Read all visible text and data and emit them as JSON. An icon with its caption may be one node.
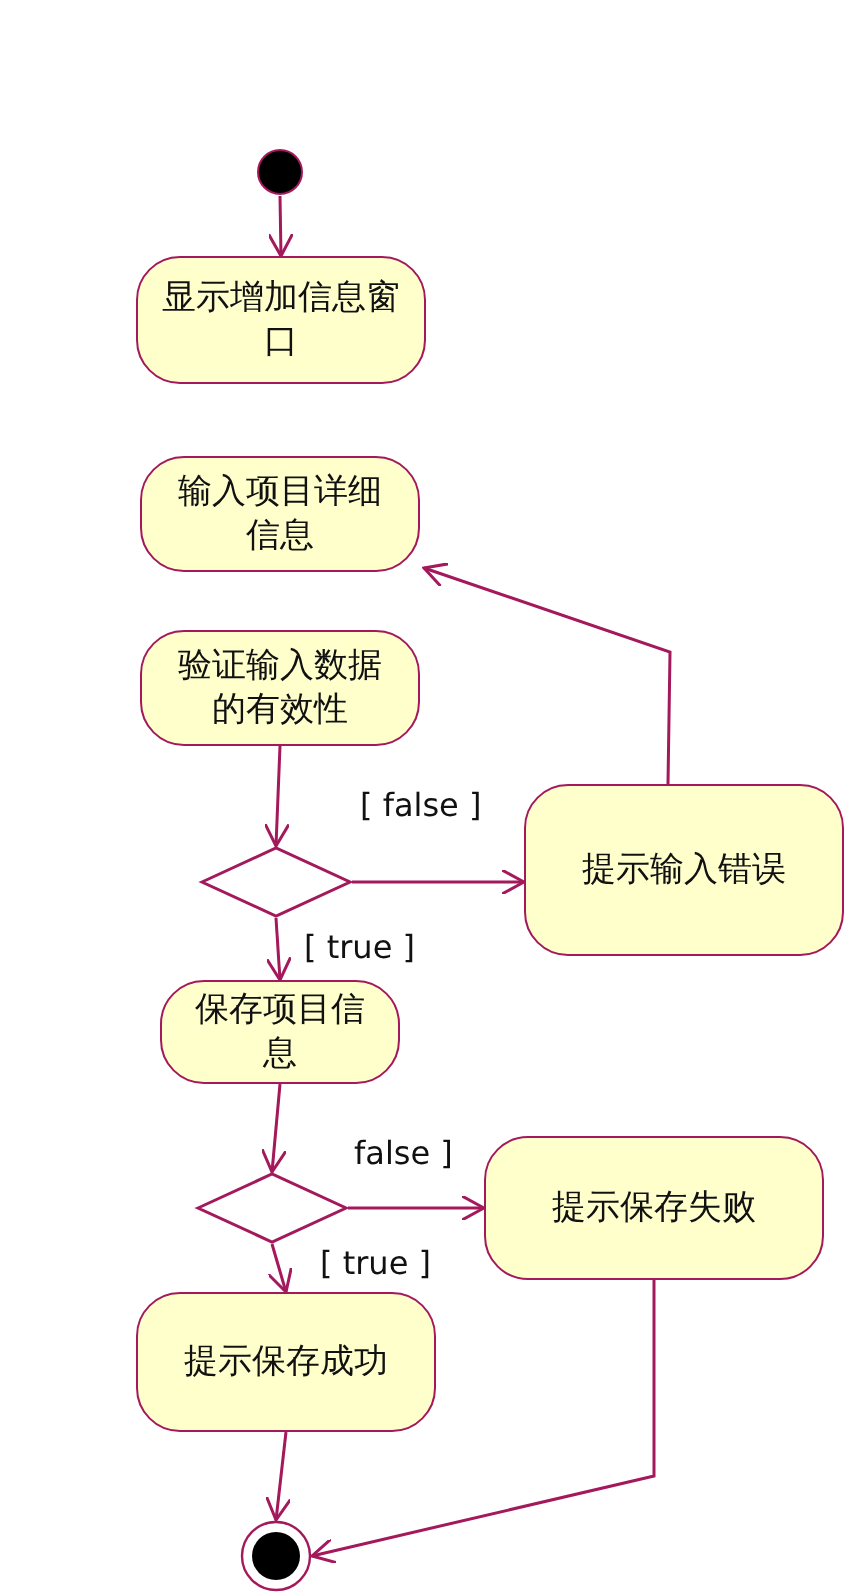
{
  "diagram": {
    "nodes": [
      {
        "text": [],
        "shape": "circle"
      },
      {
        "text": [
          "显示增加信息窗口"
        ]
      },
      {
        "text": [
          "输入项目详细信息"
        ]
      },
      {
        "text": [
          "验证输入数据的有效性"
        ]
      },
      {
        "text": [],
        "shape": "diamond"
      },
      {
        "text": [
          "提示输入错误"
        ]
      },
      {
        "text": [
          "保存项目信息"
        ]
      },
      {
        "text": [],
        "shape": "diamond"
      },
      {
        "text": [
          "提示保存失败"
        ]
      },
      {
        "text": [
          "提示保存成功"
        ]
      },
      {
        "text": [],
        "shape": "bullseye"
      }
    ],
    "edges": [
      {
        "from": 0,
        "to": 1,
        "arrow": "to"
      },
      {
        "from": 3,
        "to": 4,
        "arrow": "to"
      },
      {
        "from": 4,
        "to": 5,
        "arrow": "to",
        "label": "[ false ]"
      },
      {
        "from": 4,
        "to": 6,
        "arrow": "to",
        "label": "[ true ]"
      },
      {
        "from": 5,
        "to": 2,
        "arrow": "to"
      },
      {
        "from": 6,
        "to": 7,
        "arrow": "to"
      },
      {
        "from": 7,
        "to": 8,
        "arrow": "to",
        "label": "false ]"
      },
      {
        "from": 7,
        "to": 9,
        "arrow": "to",
        "label": "[ true ]"
      },
      {
        "from": 9,
        "to": 10,
        "arrow": "to"
      },
      {
        "from": 8,
        "to": 10,
        "arrow": "to"
      }
    ]
  }
}
